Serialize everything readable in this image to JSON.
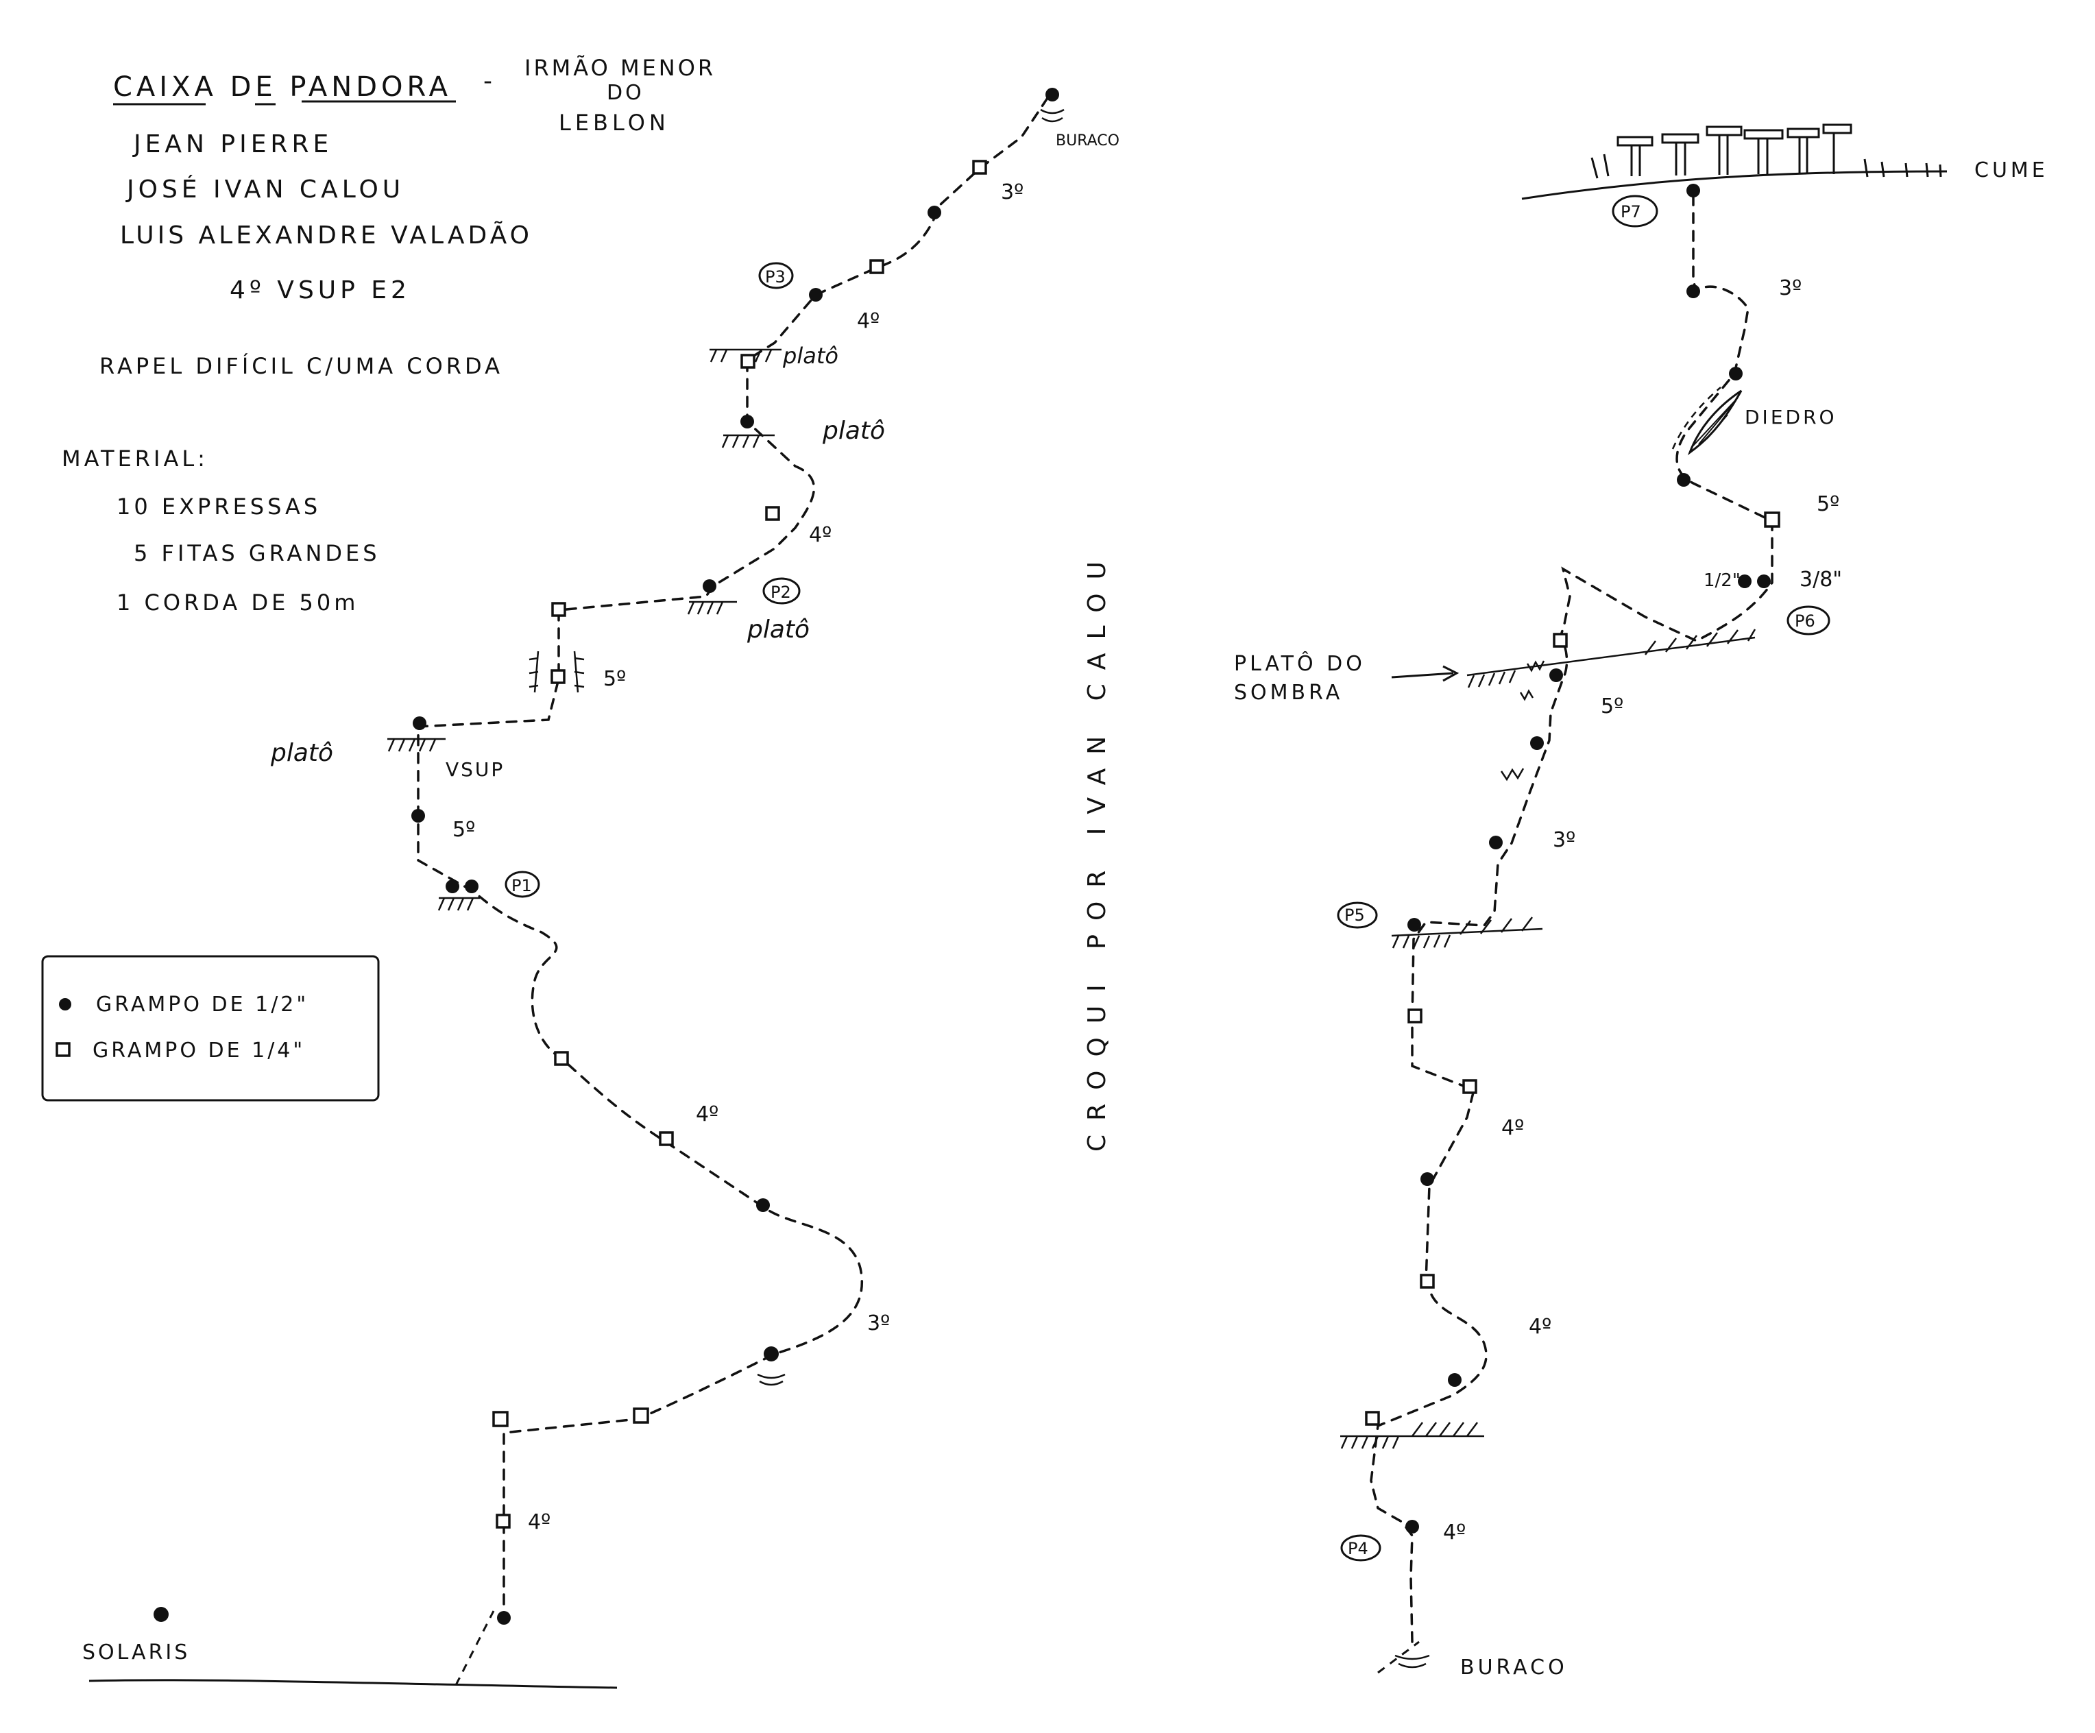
{
  "header": {
    "title": "CAIXA DE PANDORA",
    "dash": "-",
    "subtitle_line1": "IRMÃO MENOR",
    "subtitle_line2": "DO",
    "subtitle_line3": "LEBLON"
  },
  "climbers": [
    "JEAN PIERRE",
    "JOSÉ IVAN CALOU",
    "LUIS ALEXANDRE VALADÃO"
  ],
  "grade": "4º VSUP E2",
  "rappel_note": "RAPEL DIFÍCIL C/UMA CORDA",
  "material": {
    "heading": "MATERIAL:",
    "items": [
      "10 EXPRESSAS",
      "5 FITAS GRANDES",
      "1 CORDA DE 50m"
    ]
  },
  "legend": {
    "half_inch": "GRAMPO DE 1/2\"",
    "quarter_inch": "GRAMPO DE 1/4\""
  },
  "credit": "CROQUI POR IVAN CALOU",
  "left_labels": {
    "solaris": "SOLARIS",
    "p1": "P1",
    "p2": "P2",
    "p3": "P3",
    "grade_p1_a": "4º",
    "grade_low_3": "3º",
    "grade_low_4": "4º",
    "grade_5_p1": "5º",
    "vsup": "VSUP",
    "plato_1": "platô",
    "grade_5_mid": "5º",
    "plato_2": "platô",
    "grade_4_p2": "4º",
    "plato_3": "platô",
    "plato_4": "platô",
    "grade_4_p3": "4º",
    "grade_3_top": "3º",
    "buraco_top": "BURACO"
  },
  "right_labels": {
    "buraco": "BURACO",
    "p4": "P4",
    "grade_4_p4": "4º",
    "grade_4_b": "4º",
    "grade_4_c": "4º",
    "p5": "P5",
    "grade_3_p5": "3º",
    "grade_5_p6": "5º",
    "plato_sombra_1": "PLATÔ DO",
    "plato_sombra_2": "SOMBRA",
    "p6": "P6",
    "bolt_half": "1/2\"",
    "bolt_38": "3/8\"",
    "grade_5_diedro": "5º",
    "diedro": "DIEDRO",
    "grade_3_p7": "3º",
    "p7": "P7",
    "cume": "CUME"
  }
}
